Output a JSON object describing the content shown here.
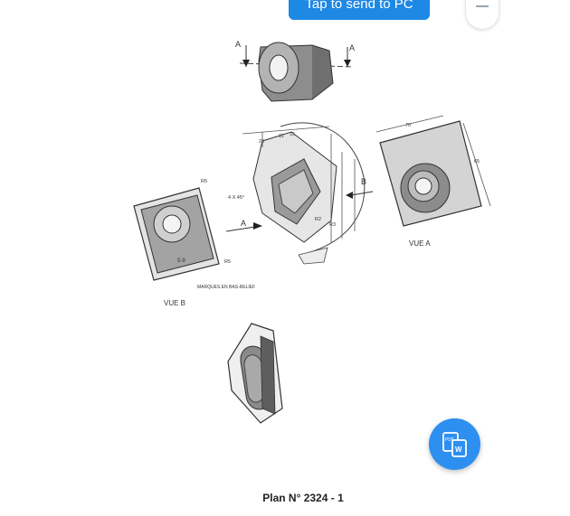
{
  "header": {
    "send_button_label": "Tap to send to PC"
  },
  "icons": {
    "menu": "hamburger-menu-icon",
    "fab": "pdf-to-word-icon"
  },
  "drawing": {
    "section_marker": "A",
    "view_a_label": "VUE A",
    "view_b_label": "VUE B",
    "arrow_a_label": "A",
    "arrow_b_label": "B",
    "chamfer_note": "4 X 45°",
    "relief_note": "MARQUES EN BAS-RELIEF",
    "part_mark": "5-9",
    "dims": [
      "25",
      "11",
      "15",
      "70",
      "65",
      "R5",
      "R2",
      "R3",
      "R5"
    ]
  },
  "footer": {
    "plan_title": "Plan N° 2324 - 1"
  },
  "colors": {
    "accent": "#2d8ff0",
    "pill": "#1e88e5"
  }
}
